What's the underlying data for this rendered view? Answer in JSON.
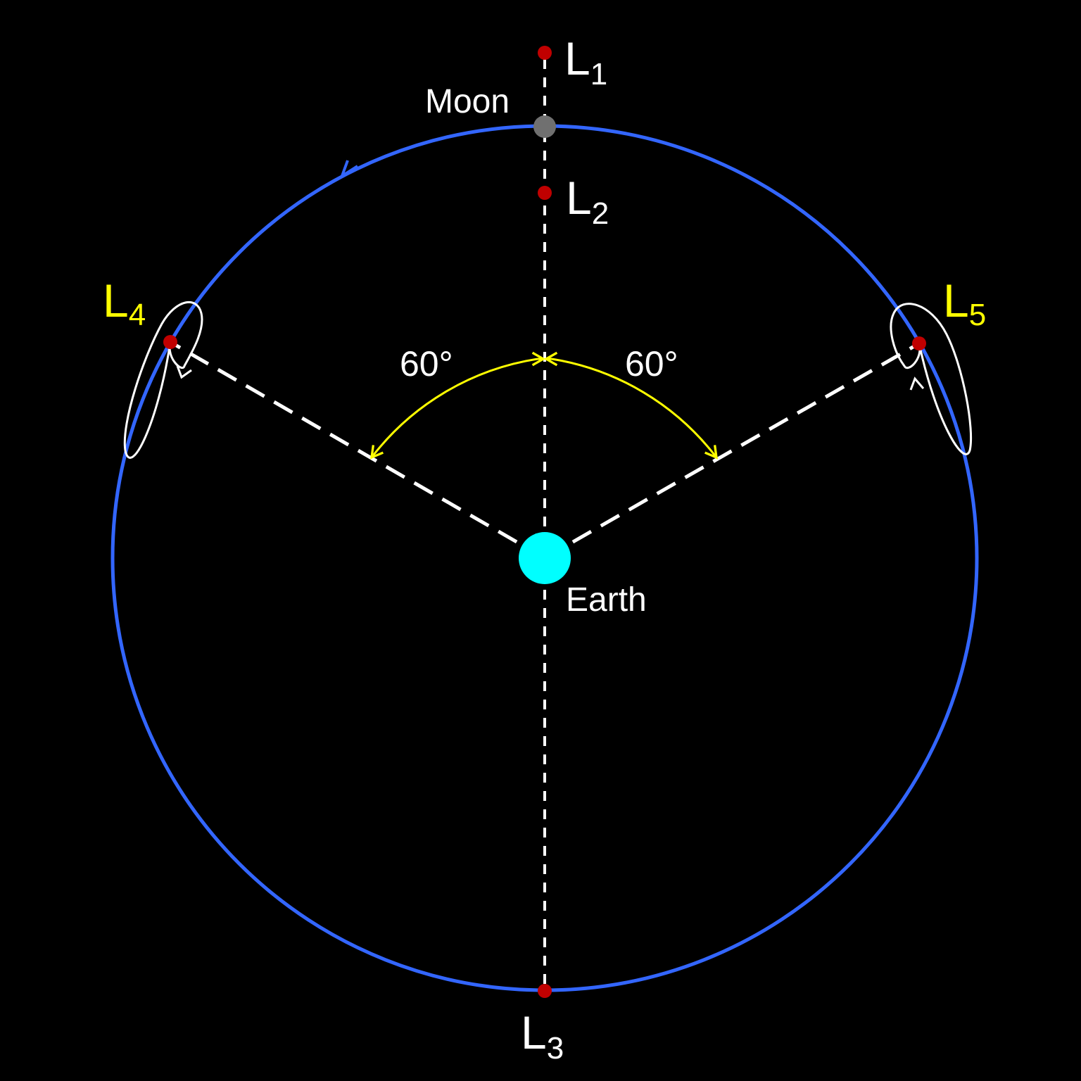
{
  "colors": {
    "background": "#000000",
    "orbit": "#3366ff",
    "earth": "#00ffff",
    "moon": "#707070",
    "lagrange_point": "#c00000",
    "dashed_line": "#ffffff",
    "angle_arrow": "#ffff00",
    "label_white": "#ffffff",
    "label_yellow": "#ffff00",
    "libration_loop": "#ffffff"
  },
  "bodies": {
    "moon": {
      "label": "Moon"
    },
    "earth": {
      "label": "Earth"
    }
  },
  "lagrange_points": {
    "L1": {
      "letter": "L",
      "sub": "1"
    },
    "L2": {
      "letter": "L",
      "sub": "2"
    },
    "L3": {
      "letter": "L",
      "sub": "3"
    },
    "L4": {
      "letter": "L",
      "sub": "4"
    },
    "L5": {
      "letter": "L",
      "sub": "5"
    }
  },
  "angles": {
    "left": "60°",
    "right": "60°"
  }
}
